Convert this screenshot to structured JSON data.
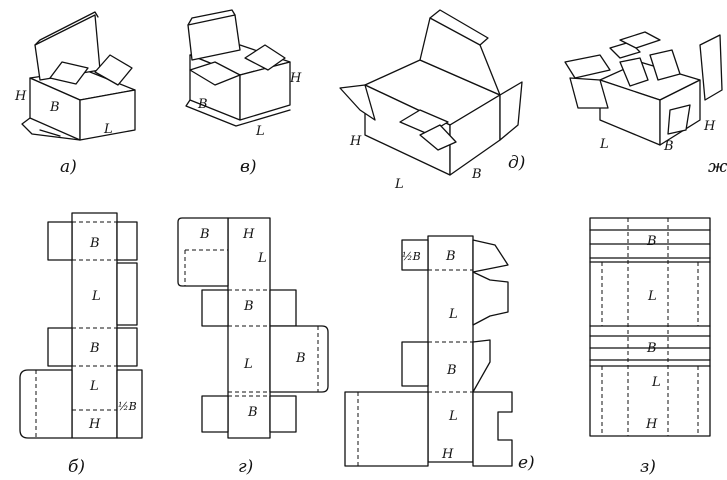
{
  "captions": {
    "a": "а)",
    "v": "в)",
    "d": "д)",
    "zh": "ж",
    "b": "б)",
    "g": "г)",
    "e": "е)",
    "z": "з)"
  },
  "labels": {
    "H": "H",
    "B": "B",
    "L": "L",
    "half_b": "½B"
  }
}
